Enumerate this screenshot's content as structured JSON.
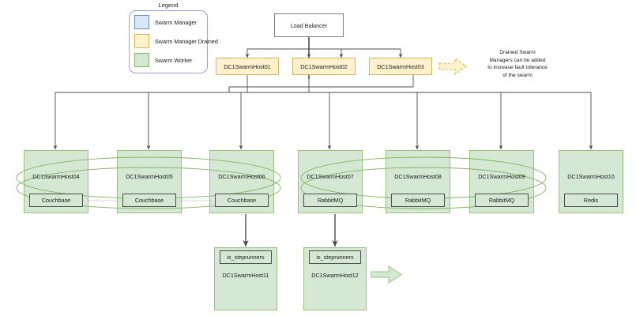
{
  "legend": {
    "title": "Legend",
    "items": [
      {
        "label": "Swarm Manager",
        "color": "#dae8fc",
        "icon": "swatch-blue"
      },
      {
        "label": "Swarm Manager Drained",
        "color": "#fff2cc",
        "icon": "swatch-amber"
      },
      {
        "label": "Swarm Worker",
        "color": "#d5e8d4",
        "icon": "swatch-green"
      }
    ]
  },
  "load_balancer": {
    "label": "Load Balancer"
  },
  "managers": [
    {
      "label": "DC1SwarmHost01"
    },
    {
      "label": "DC1SwarmHost02"
    },
    {
      "label": "DC1SwarmHost03"
    }
  ],
  "note": {
    "text": "Drained Swarm\nManagers can be added\nto increase fault tolerance\nof the swarm"
  },
  "workers": [
    {
      "host": "DC1SwarmHost04",
      "service": "Couchbase"
    },
    {
      "host": "DC1SwarmHost05",
      "service": "Couchbase"
    },
    {
      "host": "DC1SwarmHost06",
      "service": "Couchbase"
    },
    {
      "host": "DC1SwarmHost07",
      "service": "RabbitMQ"
    },
    {
      "host": "DC1SwarmHost08",
      "service": "RabbitMQ"
    },
    {
      "host": "DC1SwarmHost09",
      "service": "RabbitMQ"
    },
    {
      "host": "DC1SwarmHost10",
      "service": "Redis"
    }
  ],
  "steprunners": [
    {
      "service": "is_steprunners",
      "host": "DC1SwarmHost11"
    },
    {
      "service": "is_steprunners",
      "host": "DC1SwarmHost12"
    }
  ],
  "colors": {
    "worker_fill": "#d5e8d4",
    "worker_stroke": "#9ac27e",
    "manager_drained_fill": "#fff2cc",
    "manager_drained_stroke": "#d6b656",
    "manager_fill": "#dae8fc",
    "cluster_ellipse": "#82b366",
    "connector": "#4d4d4d"
  }
}
